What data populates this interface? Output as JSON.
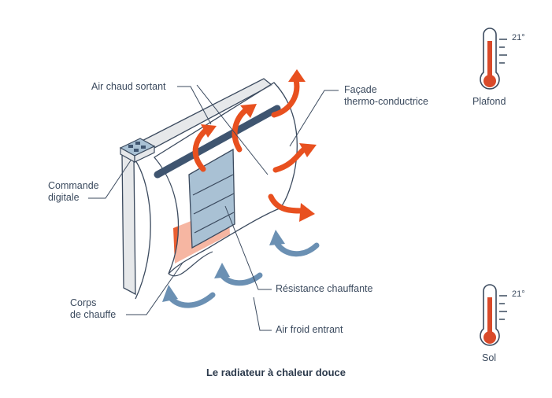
{
  "labels": {
    "air_chaud": "Air chaud sortant",
    "facade": "Façade\nthermo-conductrice",
    "commande": "Commande\ndigitale",
    "resistance": "Résistance chauffante",
    "corps": "Corps\nde chauffe",
    "air_froid": "Air froid entrant"
  },
  "thermometers": {
    "top": {
      "label": "Plafond",
      "value": "21°"
    },
    "bottom": {
      "label": "Sol",
      "value": "21°"
    }
  },
  "caption": "Le radiateur à chaleur douce",
  "colors": {
    "line": "#3b4a5e",
    "hot": "#e8501f",
    "cold": "#6b90b3",
    "resistance": "#a9c1d4",
    "bar": "#3f5570",
    "frame": "#e6e8ea",
    "thermo_red": "#d94a2a"
  }
}
